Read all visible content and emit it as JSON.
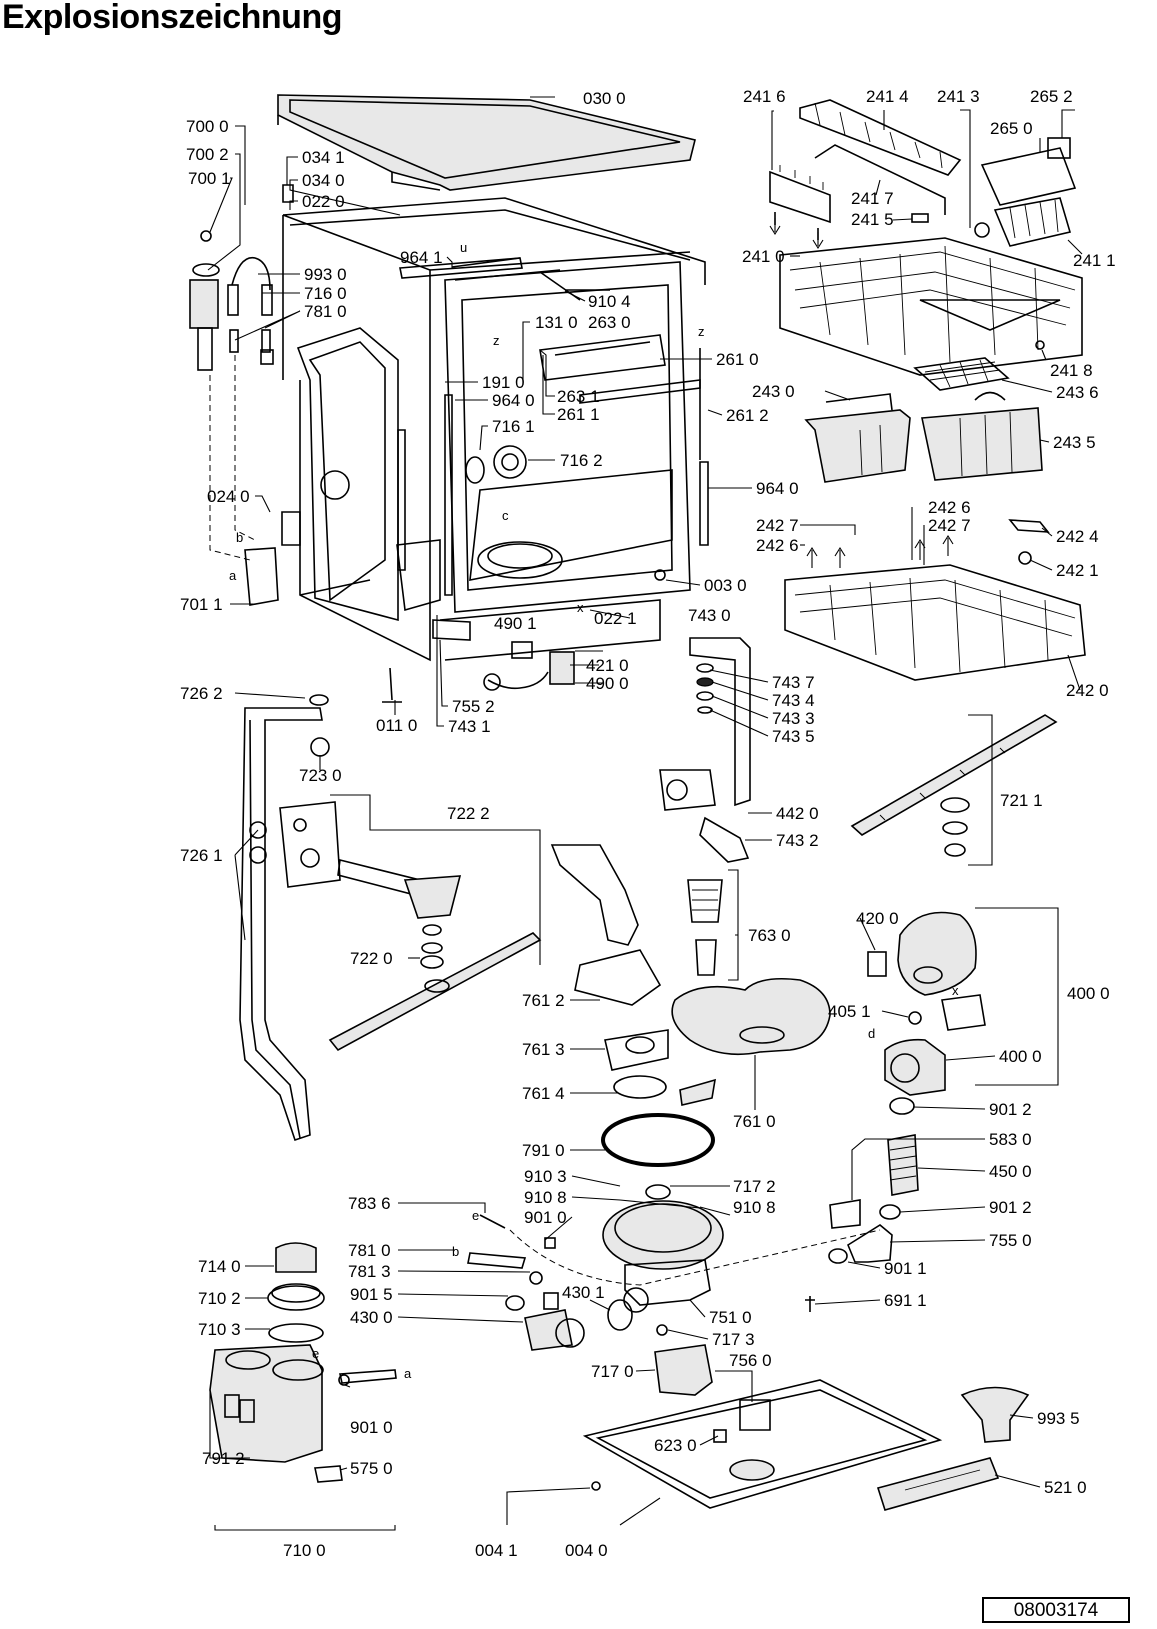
{
  "title": "Explosionszeichnung",
  "document_number": "08003174",
  "callouts": [
    {
      "id": "c1",
      "text": "030 0"
    },
    {
      "id": "c2",
      "text": "700 0"
    },
    {
      "id": "c3",
      "text": "700 2"
    },
    {
      "id": "c4",
      "text": "700 1"
    },
    {
      "id": "c5",
      "text": "034 1"
    },
    {
      "id": "c6",
      "text": "034 0"
    },
    {
      "id": "c7",
      "text": "022 0"
    },
    {
      "id": "c8",
      "text": "964 1"
    },
    {
      "id": "c9",
      "text": "993 0"
    },
    {
      "id": "c10",
      "text": "716 0"
    },
    {
      "id": "c11",
      "text": "781 0"
    },
    {
      "id": "c12",
      "text": "910 4"
    },
    {
      "id": "c13",
      "text": "131 0"
    },
    {
      "id": "c14",
      "text": "263 0"
    },
    {
      "id": "c15",
      "text": "261 0"
    },
    {
      "id": "c16",
      "text": "191 0"
    },
    {
      "id": "c17",
      "text": "263 1"
    },
    {
      "id": "c18",
      "text": "964 0"
    },
    {
      "id": "c19",
      "text": "261 1"
    },
    {
      "id": "c20",
      "text": "261 2"
    },
    {
      "id": "c21",
      "text": "716 1"
    },
    {
      "id": "c22",
      "text": "716 2"
    },
    {
      "id": "c23",
      "text": "964 0"
    },
    {
      "id": "c24",
      "text": "024 0"
    },
    {
      "id": "c25",
      "text": "003 0"
    },
    {
      "id": "c26",
      "text": "701 1"
    },
    {
      "id": "c27",
      "text": "743 0"
    },
    {
      "id": "c28",
      "text": "022 1"
    },
    {
      "id": "c29",
      "text": "490 1"
    },
    {
      "id": "c30",
      "text": "421 0"
    },
    {
      "id": "c31",
      "text": "490 0"
    },
    {
      "id": "c32",
      "text": "755 2"
    },
    {
      "id": "c33",
      "text": "011 0"
    },
    {
      "id": "c34",
      "text": "743 1"
    },
    {
      "id": "c35",
      "text": "726 2"
    },
    {
      "id": "c36",
      "text": "743 7"
    },
    {
      "id": "c37",
      "text": "743 4"
    },
    {
      "id": "c38",
      "text": "743 3"
    },
    {
      "id": "c39",
      "text": "743 5"
    },
    {
      "id": "c40",
      "text": "723 0"
    },
    {
      "id": "c41",
      "text": "722 2"
    },
    {
      "id": "c42",
      "text": "442 0"
    },
    {
      "id": "c43",
      "text": "743 2"
    },
    {
      "id": "c44",
      "text": "726 1"
    },
    {
      "id": "c45",
      "text": "763 0"
    },
    {
      "id": "c46",
      "text": "722 0"
    },
    {
      "id": "c47",
      "text": "761 2"
    },
    {
      "id": "c48",
      "text": "761 3"
    },
    {
      "id": "c49",
      "text": "761 4"
    },
    {
      "id": "c50",
      "text": "761 0"
    },
    {
      "id": "c51",
      "text": "791 0"
    },
    {
      "id": "c52",
      "text": "910 3"
    },
    {
      "id": "c53",
      "text": "910 8"
    },
    {
      "id": "c54",
      "text": "910 8"
    },
    {
      "id": "c55",
      "text": "717 2"
    },
    {
      "id": "c56",
      "text": "901 0"
    },
    {
      "id": "c57",
      "text": "783 6"
    },
    {
      "id": "c58",
      "text": "781 0"
    },
    {
      "id": "c59",
      "text": "781 3"
    },
    {
      "id": "c60",
      "text": "901 5"
    },
    {
      "id": "c61",
      "text": "430 1"
    },
    {
      "id": "c62",
      "text": "430 0"
    },
    {
      "id": "c63",
      "text": "751 0"
    },
    {
      "id": "c64",
      "text": "717 3"
    },
    {
      "id": "c65",
      "text": "717 0"
    },
    {
      "id": "c66",
      "text": "756 0"
    },
    {
      "id": "c67",
      "text": "714 0"
    },
    {
      "id": "c68",
      "text": "710 2"
    },
    {
      "id": "c69",
      "text": "710 3"
    },
    {
      "id": "c70",
      "text": "901 0"
    },
    {
      "id": "c71",
      "text": "791 2"
    },
    {
      "id": "c72",
      "text": "575 0"
    },
    {
      "id": "c73",
      "text": "710 0"
    },
    {
      "id": "c74",
      "text": "623 0"
    },
    {
      "id": "c75",
      "text": "004 1"
    },
    {
      "id": "c76",
      "text": "004 0"
    },
    {
      "id": "c77",
      "text": "241 6"
    },
    {
      "id": "c78",
      "text": "241 4"
    },
    {
      "id": "c79",
      "text": "241 3"
    },
    {
      "id": "c80",
      "text": "265 2"
    },
    {
      "id": "c81",
      "text": "265 0"
    },
    {
      "id": "c82",
      "text": "241 7"
    },
    {
      "id": "c83",
      "text": "241 5"
    },
    {
      "id": "c84",
      "text": "241 0"
    },
    {
      "id": "c85",
      "text": "241 1"
    },
    {
      "id": "c86",
      "text": "241 8"
    },
    {
      "id": "c87",
      "text": "243 0"
    },
    {
      "id": "c88",
      "text": "243 6"
    },
    {
      "id": "c89",
      "text": "243 5"
    },
    {
      "id": "c90",
      "text": "242 6"
    },
    {
      "id": "c91",
      "text": "242 7"
    },
    {
      "id": "c92",
      "text": "242 7"
    },
    {
      "id": "c93",
      "text": "242 6"
    },
    {
      "id": "c94",
      "text": "242 4"
    },
    {
      "id": "c95",
      "text": "242 1"
    },
    {
      "id": "c96",
      "text": "242 0"
    },
    {
      "id": "c97",
      "text": "721 1"
    },
    {
      "id": "c98",
      "text": "420 0"
    },
    {
      "id": "c99",
      "text": "400 0"
    },
    {
      "id": "c100",
      "text": "405 1"
    },
    {
      "id": "c101",
      "text": "400 0"
    },
    {
      "id": "c102",
      "text": "901 2"
    },
    {
      "id": "c103",
      "text": "583 0"
    },
    {
      "id": "c104",
      "text": "450 0"
    },
    {
      "id": "c105",
      "text": "901 2"
    },
    {
      "id": "c106",
      "text": "755 0"
    },
    {
      "id": "c107",
      "text": "901 1"
    },
    {
      "id": "c108",
      "text": "691 1"
    },
    {
      "id": "c109",
      "text": "993 5"
    },
    {
      "id": "c110",
      "text": "521 0"
    }
  ],
  "connection_letters": [
    {
      "id": "l1",
      "text": "u"
    },
    {
      "id": "l2",
      "text": "z"
    },
    {
      "id": "l3",
      "text": "z"
    },
    {
      "id": "l4",
      "text": "b"
    },
    {
      "id": "l5",
      "text": "a"
    },
    {
      "id": "l6",
      "text": "c"
    },
    {
      "id": "l7",
      "text": "x"
    },
    {
      "id": "l8",
      "text": "x"
    },
    {
      "id": "l9",
      "text": "d"
    },
    {
      "id": "l10",
      "text": "e"
    },
    {
      "id": "l11",
      "text": "b"
    },
    {
      "id": "l12",
      "text": "e"
    },
    {
      "id": "l13",
      "text": "a"
    }
  ]
}
